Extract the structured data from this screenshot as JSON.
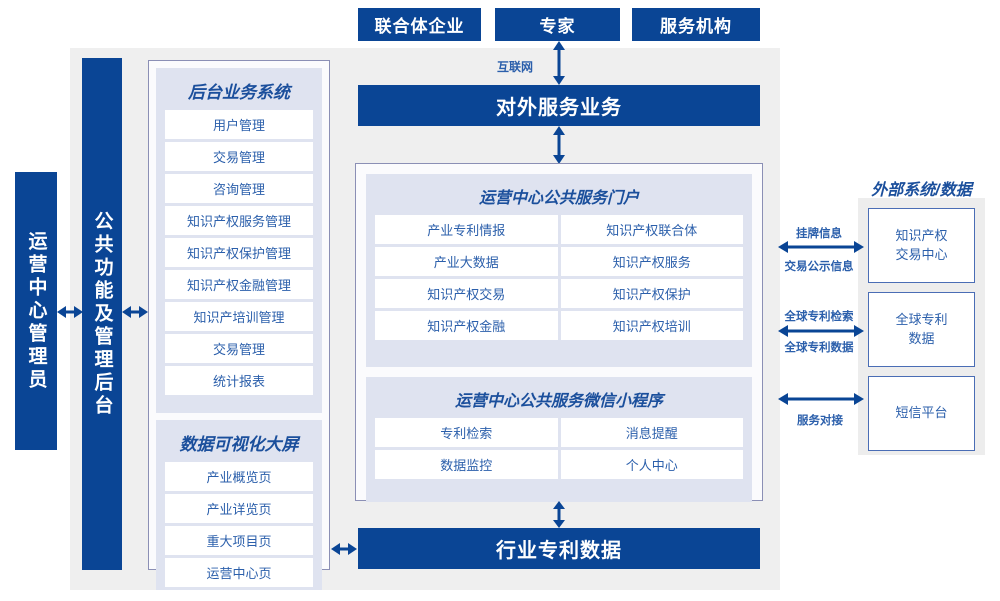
{
  "colors": {
    "brand_blue": "#0a4595",
    "text_blue": "#2b5fab",
    "panel_bg": "#efefef",
    "group_bg": "#dfe3f0"
  },
  "top_actors": [
    {
      "label": "联合体企业"
    },
    {
      "label": "专家"
    },
    {
      "label": "服务机构"
    }
  ],
  "connectors": {
    "internet": "互联网",
    "ip_exchange_up": "挂牌信息",
    "ip_exchange_down": "交易公示信息",
    "patent_up": "全球专利检索",
    "patent_down": "全球专利数据",
    "sms": "服务对接"
  },
  "outer_service": {
    "label": "对外服务业务"
  },
  "industry_data": {
    "label": "行业专利数据"
  },
  "left_bars": {
    "admin": "运营中心管理员",
    "common": "公共功能及管理后台"
  },
  "backend_system": {
    "title": "后台业务系统",
    "items": [
      {
        "label": "用户管理"
      },
      {
        "label": "交易管理"
      },
      {
        "label": "咨询管理"
      },
      {
        "label": "知识产权服务管理"
      },
      {
        "label": "知识产权保护管理"
      },
      {
        "label": "知识产权金融管理"
      },
      {
        "label": "知识产培训管理"
      },
      {
        "label": "交易管理"
      },
      {
        "label": "统计报表"
      }
    ]
  },
  "data_visualization": {
    "title": "数据可视化大屏",
    "items": [
      {
        "label": "产业概览页"
      },
      {
        "label": "产业详览页"
      },
      {
        "label": "重大项目页"
      },
      {
        "label": "运营中心页"
      }
    ]
  },
  "portal": {
    "title": "运营中心公共服务门户",
    "items": [
      {
        "label": "产业专利情报"
      },
      {
        "label": "知识产权联合体"
      },
      {
        "label": "产业大数据"
      },
      {
        "label": "知识产权服务"
      },
      {
        "label": "知识产权交易"
      },
      {
        "label": "知识产权保护"
      },
      {
        "label": "知识产权金融"
      },
      {
        "label": "知识产权培训"
      }
    ]
  },
  "mini_program": {
    "title": "运营中心公共服务微信小程序",
    "items": [
      {
        "label": "专利检索"
      },
      {
        "label": "消息提醒"
      },
      {
        "label": "数据监控"
      },
      {
        "label": "个人中心"
      }
    ]
  },
  "external": {
    "title": "外部系统/数据",
    "items": [
      {
        "label": "知识产权\n交易中心"
      },
      {
        "label": "全球专利\n数据"
      },
      {
        "label": "短信平台"
      }
    ]
  }
}
